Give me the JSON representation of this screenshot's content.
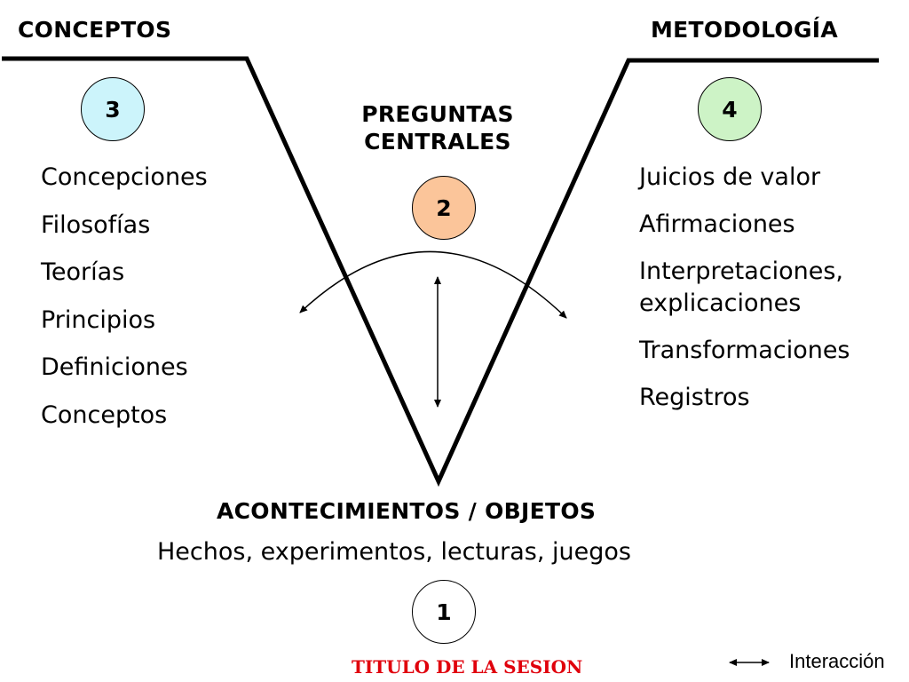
{
  "concepts": {
    "heading": "CONCEPTOS",
    "number": "3",
    "color": "#ccf4fb",
    "items": [
      "Concepciones",
      "Filosofías",
      "Teorías",
      "Principios",
      "Definiciones",
      "Conceptos"
    ]
  },
  "methodology": {
    "heading": "METODOLOGÍA",
    "number": "4",
    "color": "#cdf3c6",
    "items": [
      "Juicios de valor",
      "Afirmaciones",
      "Interpretaciones,",
      "explicaciones",
      "Transformaciones",
      "Registros"
    ]
  },
  "questions": {
    "line1": "PREGUNTAS",
    "line2": "CENTRALES",
    "number": "2",
    "color": "#fbc59a"
  },
  "events": {
    "heading": "ACONTECIMIENTOS / OBJETOS",
    "subtitle": "Hechos, experimentos, lecturas, juegos",
    "number": "1",
    "color": "#ffffff"
  },
  "session_title": "TITULO DE LA SESION",
  "session_title_color": "#e0000c",
  "legend": {
    "label": "Interacción",
    "icon": "double-arrow-icon"
  }
}
